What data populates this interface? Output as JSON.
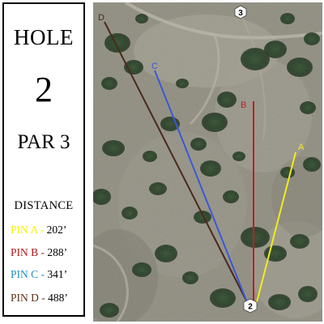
{
  "hole": {
    "label": "HOLE",
    "number": "2",
    "par": "PAR 3"
  },
  "distance": {
    "heading": "DISTANCE",
    "pins": [
      {
        "id": "A",
        "name": "PIN A",
        "sep": " - ",
        "distance": "202’",
        "color": "#f5f500"
      },
      {
        "id": "B",
        "name": "PIN B",
        "sep": " - ",
        "distance": "288’",
        "color": "#b3151b"
      },
      {
        "id": "C",
        "name": "PIN C",
        "sep": " - ",
        "distance": "341’",
        "color": "#1e8fc4"
      },
      {
        "id": "D",
        "name": "PIN D",
        "sep": " - ",
        "distance": "488’",
        "color": "#5c2e16"
      }
    ]
  },
  "map": {
    "tee_marker": "2",
    "next_tee_marker": "3",
    "line_colors": {
      "A": "#f2ec1a",
      "B": "#c21d22",
      "C": "#3c58d6",
      "D": "#4a2a1c"
    }
  }
}
